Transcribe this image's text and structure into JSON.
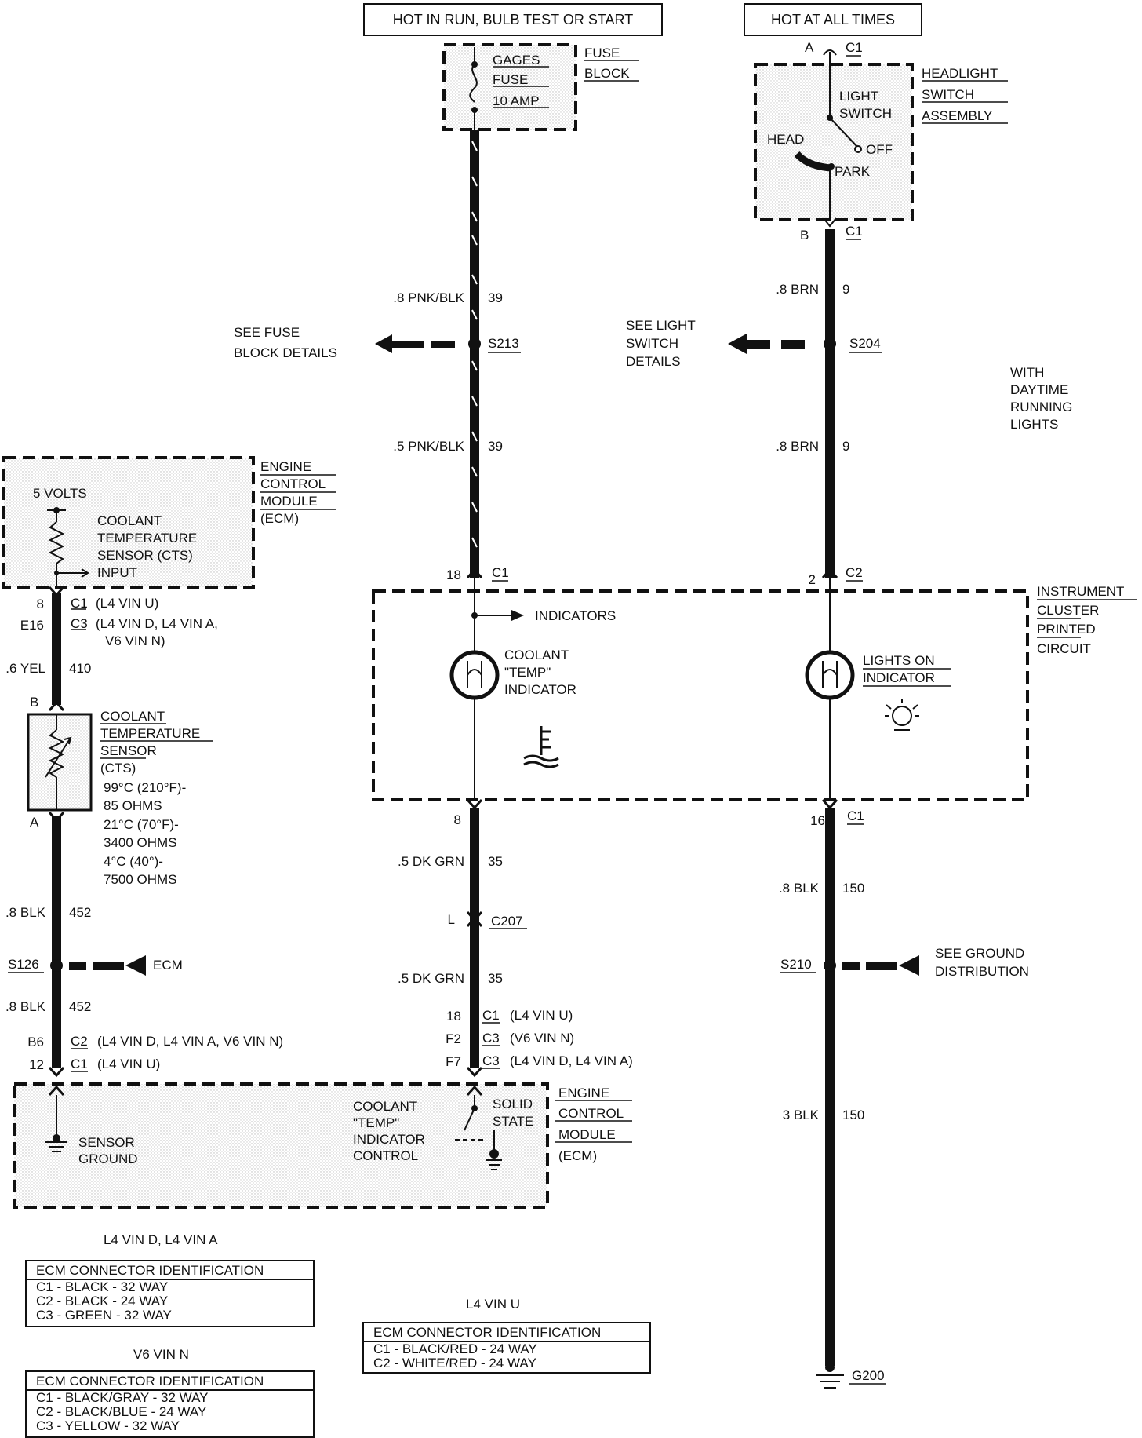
{
  "sources": {
    "run_power": "HOT IN RUN, BULB TEST OR START",
    "battery_power": "HOT AT ALL TIMES"
  },
  "fuse_block": {
    "title_1": "FUSE",
    "title_2": "BLOCK",
    "fuse_1": "GAGES",
    "fuse_2": "FUSE",
    "fuse_3": "10 AMP"
  },
  "headlight_switch": {
    "title_1": "HEADLIGHT",
    "title_2": "SWITCH",
    "title_3": "ASSEMBLY",
    "switch_1": "LIGHT",
    "switch_2": "SWITCH",
    "pos_head": "HEAD",
    "pos_off": "OFF",
    "pos_park": "PARK",
    "top_pin": "A",
    "top_conn": "C1",
    "bot_pin": "B",
    "bot_conn": "C1"
  },
  "wires": {
    "w1_gauge": ".8 PNK/BLK",
    "w1_circuit": "39",
    "w2_gauge": ".5 PNK/BLK",
    "w2_circuit": "39",
    "w3_gauge": ".8 BRN",
    "w3_circuit": "9",
    "w4_gauge": ".8 BRN",
    "w4_circuit": "9",
    "w5_gauge": ".6 YEL",
    "w5_circuit": "410",
    "w6_gauge": ".8 BLK",
    "w6_circuit": "452",
    "w7_gauge": ".8 BLK",
    "w7_circuit": "452",
    "w8_gauge": ".5 DK GRN",
    "w8_circuit": "35",
    "w9_gauge": ".5 DK GRN",
    "w9_circuit": "35",
    "w10_gauge": ".8 BLK",
    "w10_circuit": "150",
    "w11_gauge": "3 BLK",
    "w11_circuit": "150"
  },
  "splices": {
    "s213": "S213",
    "s204": "S204",
    "s126": "S126",
    "s210": "S210"
  },
  "refs": {
    "fuse_1": "SEE FUSE",
    "fuse_2": "BLOCK DETAILS",
    "light_1": "SEE LIGHT",
    "light_2": "SWITCH",
    "light_3": "DETAILS",
    "drl_1": "WITH",
    "drl_2": "DAYTIME",
    "drl_3": "RUNNING",
    "drl_4": "LIGHTS",
    "ecm": "ECM",
    "ground_1": "SEE GROUND",
    "ground_2": "DISTRIBUTION"
  },
  "ecm_top": {
    "title_1": "ENGINE",
    "title_2": "CONTROL",
    "title_3": "MODULE",
    "title_4": "(ECM)",
    "volts": "5 VOLTS",
    "cts_1": "COOLANT",
    "cts_2": "TEMPERATURE",
    "cts_3": "SENSOR (CTS)",
    "cts_4": "INPUT",
    "pin_a": "8",
    "conn_a": "C1",
    "note_a": "(L4 VIN U)",
    "pin_b": "E16",
    "conn_b": "C3",
    "note_b1": "(L4 VIN D, L4 VIN A,",
    "note_b2": "V6 VIN N)"
  },
  "sensor": {
    "pin_top": "B",
    "pin_bot": "A",
    "title_1": "COOLANT",
    "title_2": "TEMPERATURE",
    "title_3": "SENSOR",
    "title_4": "(CTS)",
    "spec_1": "99°C (210°F)-",
    "spec_2": "85 OHMS",
    "spec_3": "21°C (70°F)-",
    "spec_4": "3400 OHMS",
    "spec_5": "4°C (40°)-",
    "spec_6": "7500 OHMS"
  },
  "ecm_bottom_left": {
    "pin_a": "B6",
    "conn_a": "C2",
    "note_a": "(L4 VIN D, L4 VIN A, V6 VIN N)",
    "pin_b": "12",
    "conn_b": "C1",
    "note_b": "(L4 VIN U)",
    "ground_1": "SENSOR",
    "ground_2": "GROUND"
  },
  "cluster": {
    "pin_left_top": "18",
    "conn_left_top": "C1",
    "pin_right_top": "2",
    "conn_right_top": "C2",
    "title_1": "INSTRUMENT",
    "title_2": "CLUSTER",
    "title_3": "PRINTED",
    "title_4": "CIRCUIT",
    "indicators": "INDICATORS",
    "temp_1": "COOLANT",
    "temp_2": "\"TEMP\"",
    "temp_3": "INDICATOR",
    "lights_1": "LIGHTS ON",
    "lights_2": "INDICATOR",
    "pin_left_bot": "8",
    "pin_right_bot": "16",
    "conn_right_bot": "C1"
  },
  "connector_c207": {
    "pin": "L",
    "name": "C207"
  },
  "ecm_bottom_mid": {
    "pin_a": "18",
    "conn_a": "C1",
    "note_a": "(L4 VIN U)",
    "pin_b": "F2",
    "conn_b": "C3",
    "note_b": "(V6 VIN N)",
    "pin_c": "F7",
    "conn_c": "C3",
    "note_c": "(L4 VIN D, L4 VIN A)",
    "ctl_1": "COOLANT",
    "ctl_2": "\"TEMP\"",
    "ctl_3": "INDICATOR",
    "ctl_4": "CONTROL",
    "ss_1": "SOLID",
    "ss_2": "STATE",
    "title_1": "ENGINE",
    "title_2": "CONTROL",
    "title_3": "MODULE",
    "title_4": "(ECM)"
  },
  "ground_g200": "G200",
  "tables": {
    "t1_caption": "L4 VIN D, L4 VIN A",
    "t1_title": "ECM CONNECTOR IDENTIFICATION",
    "t1_rows": [
      "C1 - BLACK - 32 WAY",
      "C2 - BLACK - 24 WAY",
      "C3 - GREEN - 32 WAY"
    ],
    "t2_caption": "V6 VIN N",
    "t2_title": "ECM CONNECTOR IDENTIFICATION",
    "t2_rows": [
      "C1 - BLACK/GRAY - 32 WAY",
      "C2 - BLACK/BLUE - 24 WAY",
      "C3 - YELLOW - 32 WAY"
    ],
    "t3_caption": "L4 VIN U",
    "t3_title": "ECM CONNECTOR IDENTIFICATION",
    "t3_rows": [
      "C1 - BLACK/RED - 24 WAY",
      "C2 - WHITE/RED - 24 WAY"
    ]
  }
}
